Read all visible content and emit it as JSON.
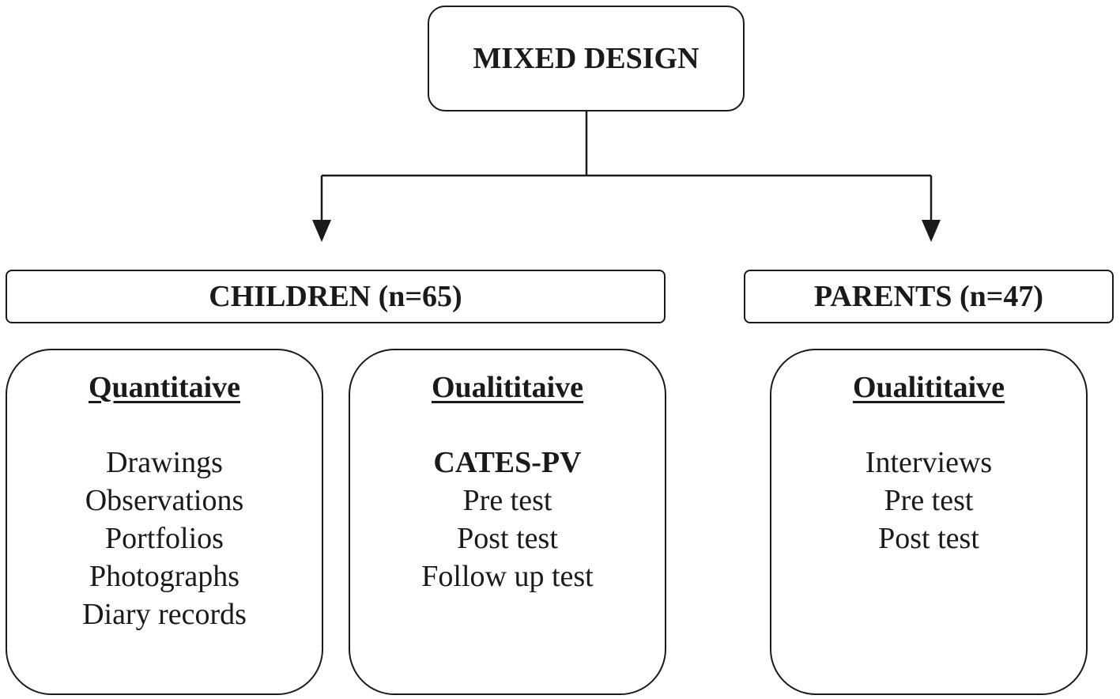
{
  "root": {
    "label": "MIXED DESIGN"
  },
  "groups": [
    {
      "label": "CHILDREN (n=65)",
      "panels": [
        {
          "heading": "Quantitaive",
          "items": [
            {
              "text": "Drawings"
            },
            {
              "text": "Observations"
            },
            {
              "text": "Portfolios"
            },
            {
              "text": "Photographs"
            },
            {
              "text": "Diary records"
            }
          ]
        },
        {
          "heading": "Oualititaive",
          "items": [
            {
              "text": "CATES-PV",
              "bold": true
            },
            {
              "text": "Pre test"
            },
            {
              "text": "Post test"
            },
            {
              "text": "Follow up test"
            }
          ]
        }
      ]
    },
    {
      "label": "PARENTS (n=47)",
      "panels": [
        {
          "heading": "Oualititaive",
          "items": [
            {
              "text": "Interviews"
            },
            {
              "text": "Pre test"
            },
            {
              "text": "Post test"
            }
          ]
        }
      ]
    }
  ]
}
